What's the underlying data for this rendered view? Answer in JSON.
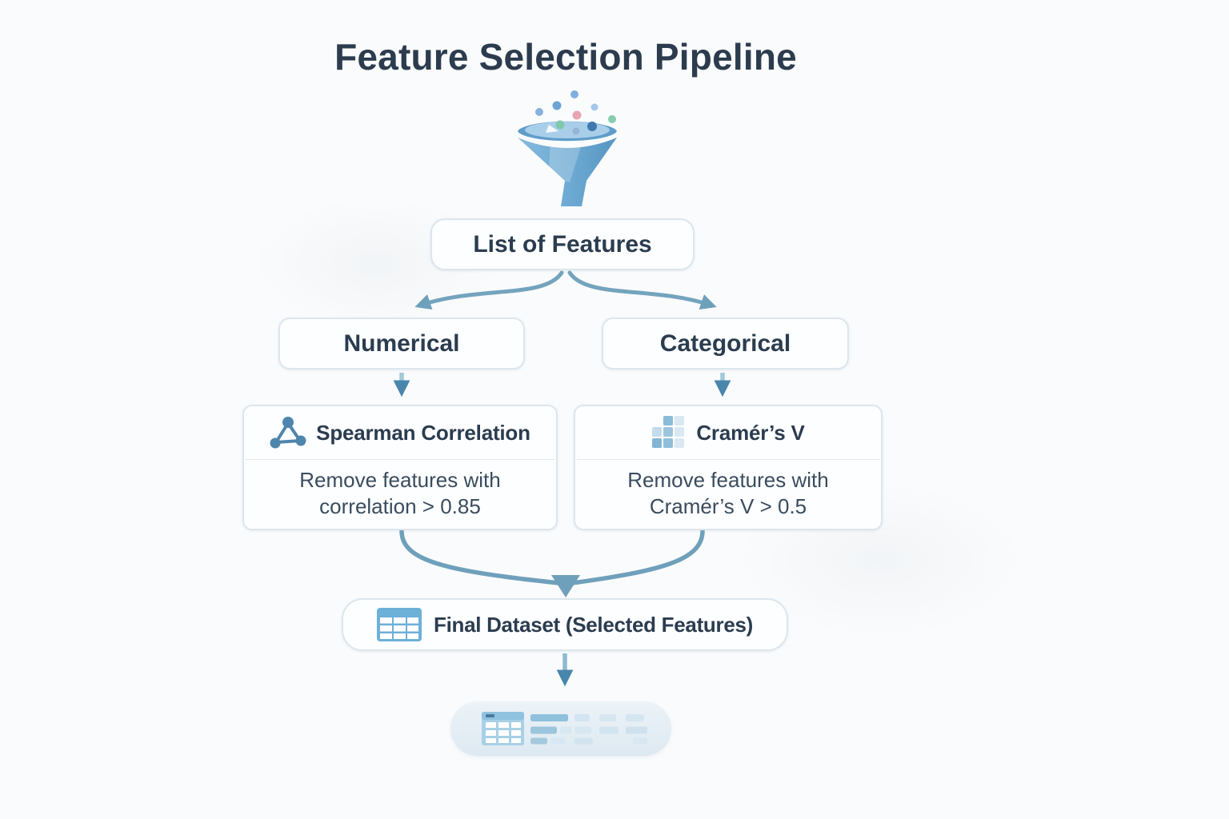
{
  "title": "Feature Selection Pipeline",
  "colors": {
    "background": "#fafbfc",
    "box_background": "#fdfeff",
    "box_border": "#dce6ee",
    "heading_text": "#2c3c4e",
    "body_text": "#3a4c5e",
    "arrow_steel_blue": "#6fa0bb",
    "arrow_stem_light": "#a3c8da",
    "arrow_head_dark": "#4886ac",
    "funnel_rim": "#5e9dca",
    "funnel_bowl": "#a9cee9"
  },
  "header_icon": "funnel-icon",
  "nodes": {
    "list": {
      "label": "List of Features"
    },
    "numerical": {
      "label": "Numerical"
    },
    "categorical": {
      "label": "Categorical"
    },
    "spearman": {
      "icon": "network-nodes-icon",
      "title": "Spearman Correlation",
      "desc_line1": "Remove features with",
      "desc_line2": "correlation > 0.85"
    },
    "cramers": {
      "icon": "matrix-grid-icon",
      "title": "Cramér’s V",
      "desc_line1": "Remove features with",
      "desc_line2": "Cramér’s V > 0.5"
    },
    "final": {
      "icon": "table-icon",
      "label": "Final Dataset (Selected Features)"
    },
    "dataset_preview": {
      "icon": "dataset-table-rows-icon"
    }
  }
}
